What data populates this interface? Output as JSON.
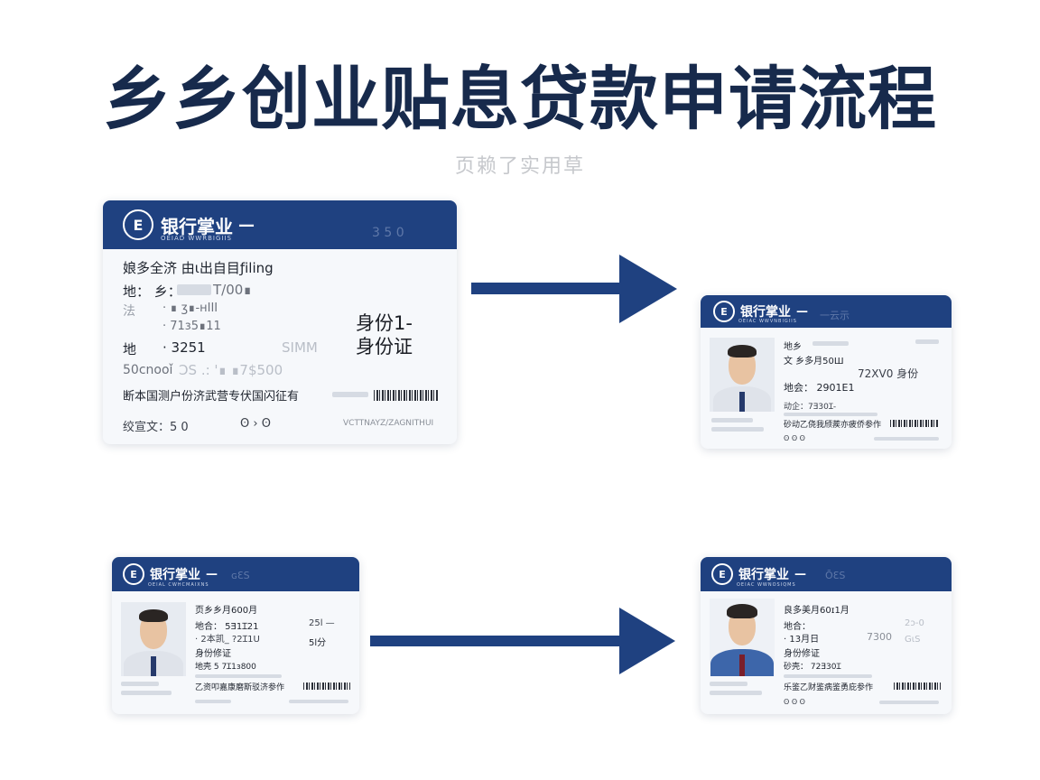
{
  "title": "乡乡创业贴息贷款申请流程",
  "subtitle": "页赖了实用草",
  "colors": {
    "brand": "#1f4180",
    "title": "#172a4c",
    "arrow": "#1f4180"
  },
  "cards": {
    "c1": {
      "bank": "银行掌业",
      "bank_sub": "OEIAD WWRBIGIIS",
      "logo": "E",
      "band_faint": "3 5 0",
      "lines": [
        "娘多全济 由ι出自目ƒiling",
        "地： 乡：",
        "法",
        "地",
        "50cnooǐ",
        "断本国测户份济武营专伏国闪征有"
      ],
      "l2_val": "T/00∎",
      "l3_val": "· ∎ ʒ∎-ʜIII",
      "l3b_val": "· 71ɜ5∎11",
      "l4_val": "· 3251",
      "l5_val": "ƆS .: '∎ ∎7$500",
      "side_label_1": "身份1-",
      "side_label_2": "身份证",
      "faint_right": "SIMM",
      "footer": "绞宣文：5 0",
      "footer_icons": "ʘ › ʘ",
      "footer_right": "VCTTNAYZ/ZAGNITHUI"
    },
    "c2": {
      "bank": "银行掌业",
      "bank_sub": "OEIAC WWVNBIGIIS",
      "logo": "E",
      "band_faint": "一云示",
      "lines": [
        "地乡",
        "文 乡多月50Ш",
        "地会： 2901E1",
        "动企：7Ǝ30Ɪ-",
        "砂动乙侥我颀蒺亦疲侨参作"
      ],
      "mid": "72XV0 身份",
      "footer_icons": "ʘ ʘ ʘ"
    },
    "c3": {
      "bank": "银行掌业",
      "bank_sub": "OEIAL CWHCMAIXNS",
      "logo": "E",
      "band_faint": "ɢƐS",
      "lines": [
        "页乡乡月600月",
        "地合： 5Ǝ1Ɪ21",
        "· 2本凯_ ?2Ɪ1U",
        "身份修证",
        "地壳 5 7Ɪ1ɜ800",
        "乙资叩嘉康磨斯驳济参作"
      ],
      "mid1": "25l —",
      "mid2": "5l分"
    },
    "c4": {
      "bank": "银行掌业",
      "bank_sub": "OEIAC WWNOSIQMS",
      "logo": "E",
      "band_faint": "ŌƐS",
      "lines": [
        "良多美月60ɪ1月",
        "地合：",
        "·  13月日",
        "身份修证",
        "砂壳： 72Ǝ30Ɪ",
        "乐鉴乙财鉴病鉴勇庇参作"
      ],
      "mid": "7300",
      "faint_r1": "2ɔ-0",
      "faint_r2": "GιS",
      "footer_icons": "ʘ ʘ ʘ"
    }
  }
}
